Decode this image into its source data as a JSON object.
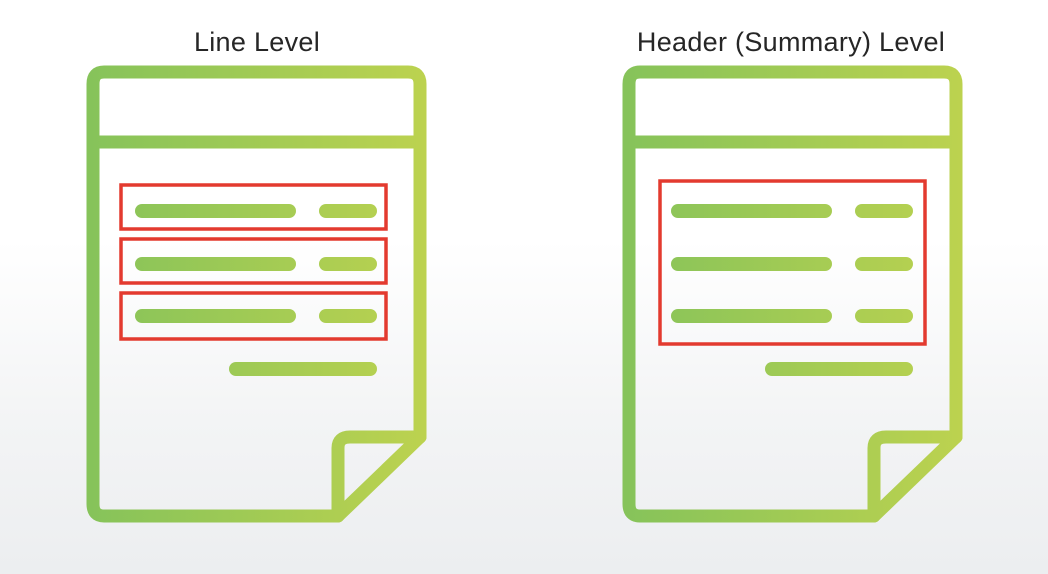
{
  "labels": {
    "line_level": "Line Level",
    "header_level": "Header (Summary) Level"
  },
  "colors": {
    "green_start": "#86c35a",
    "green_end": "#bcd24f",
    "highlight": "#e33a2f",
    "caption": "#262626"
  },
  "icons": {
    "document": "document-icon",
    "highlight": "highlight-box"
  }
}
